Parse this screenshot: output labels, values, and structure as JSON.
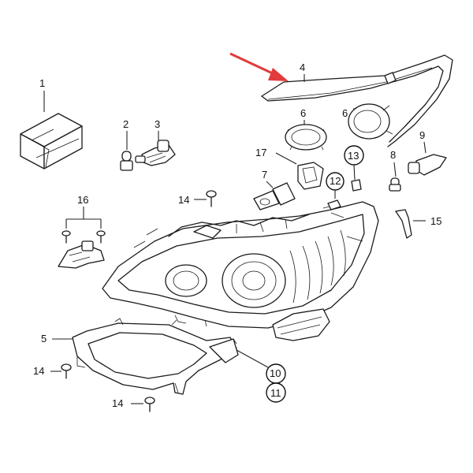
{
  "callouts": {
    "c1": "1",
    "c2": "2",
    "c3": "3",
    "c4": "4",
    "c6a": "6",
    "c6b": "6",
    "c7": "7",
    "c8": "8",
    "c9": "9",
    "c12": "12",
    "c13": "13",
    "c14a": "14",
    "c14b": "14",
    "c14c": "14",
    "c15": "15",
    "c16": "16",
    "c17": "17",
    "c5": "5",
    "c10": "10",
    "c11": "11"
  },
  "colors": {
    "arrow": "#e23b3b",
    "line": "#1a1a1a"
  },
  "icons": {
    "highlight": "red-arrow-icon"
  }
}
